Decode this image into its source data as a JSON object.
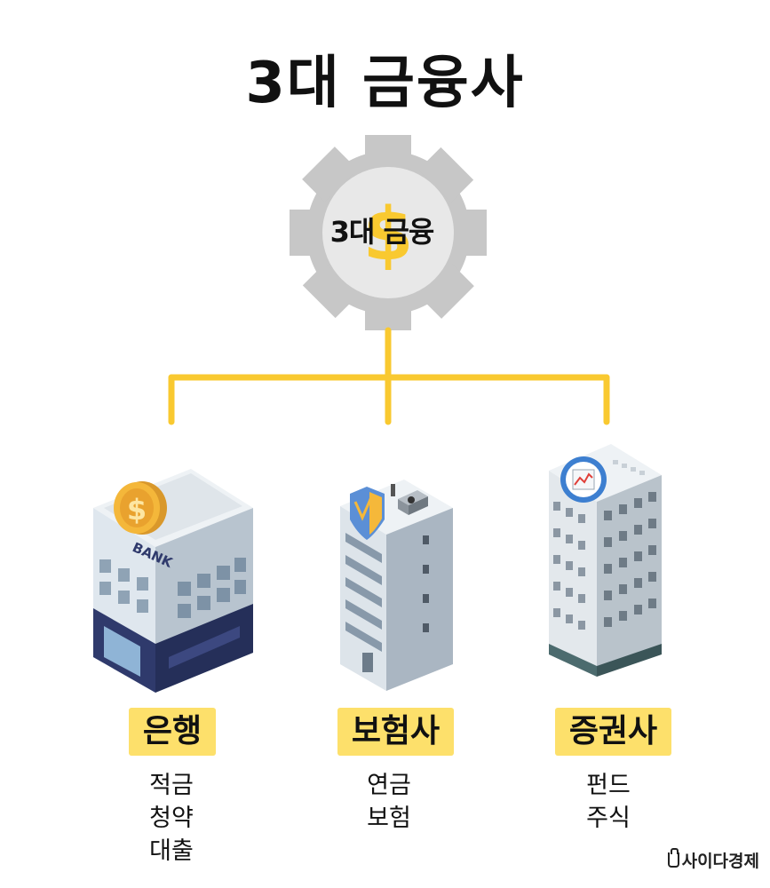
{
  "title": "3대 금융사",
  "gear": {
    "label": "3대 금융",
    "symbol": "$"
  },
  "nodes": [
    {
      "label": "은행",
      "building": "BANK",
      "items": [
        "적금",
        "청약",
        "대출"
      ]
    },
    {
      "label": "보험사",
      "items": [
        "연금",
        "보험"
      ]
    },
    {
      "label": "증권사",
      "items": [
        "펀드",
        "주식"
      ]
    }
  ],
  "coin_symbol": "$",
  "brand": "사이다경제",
  "colors": {
    "accent_yellow": "#f9c930",
    "label_bg": "#fde06b",
    "gear_gray": "#c7c7c7",
    "gear_inner": "#e8e8e8",
    "bank_navy": "#2f3a6c"
  }
}
